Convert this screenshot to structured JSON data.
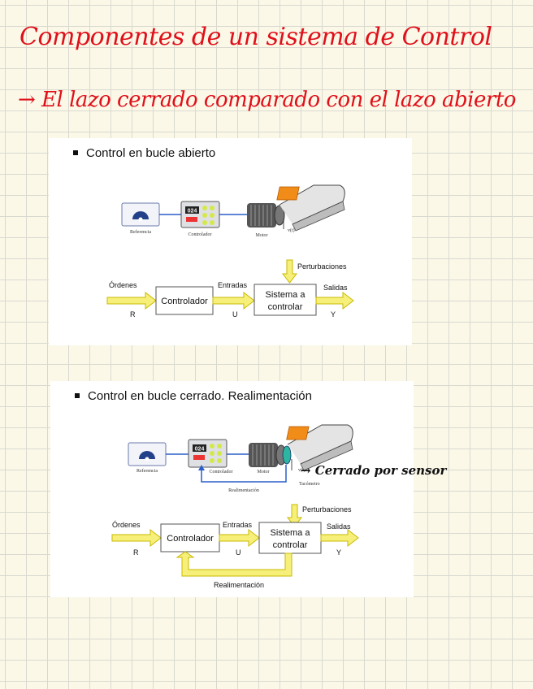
{
  "notes": {
    "title": "Componentes de un sistema de Control",
    "subtitle": "→ El lazo cerrado comparado con el lazo abierto",
    "annotation": "→ Cerrado por sensor"
  },
  "slide1": {
    "heading": "Control en bucle abierto",
    "hardware": {
      "referencia": "Referencia",
      "controlador": "Controlador",
      "motor": "Motor",
      "velocidad": "v(t)",
      "display": "024"
    },
    "diagram": {
      "ordenes": "Órdenes",
      "r": "R",
      "controlador_line1": "Controlador",
      "entradas": "Entradas",
      "u": "U",
      "sistema_line1": "Sistema a",
      "sistema_line2": "controlar",
      "perturbaciones": "Perturbaciones",
      "salidas": "Salidas",
      "y": "Y"
    }
  },
  "slide2": {
    "heading": "Control en bucle cerrado. Realimentación",
    "hardware": {
      "referencia": "Referencia",
      "controlador": "Controlador",
      "motor": "Motor",
      "velocidad": "v(t)",
      "tacometro": "Tacómetro",
      "realimentacion": "Realimentación",
      "display": "024"
    },
    "diagram": {
      "ordenes": "Órdenes",
      "r": "R",
      "controlador_line1": "Controlador",
      "entradas": "Entradas",
      "u": "U",
      "sistema_line1": "Sistema a",
      "sistema_line2": "controlar",
      "perturbaciones": "Perturbaciones",
      "salidas": "Salidas",
      "y": "Y",
      "realimentacion": "Realimentación"
    }
  },
  "colors": {
    "handwriting_red": "#e0101a",
    "arrow_yellow": "#f6f07a",
    "arrow_stroke": "#c9b800",
    "wire_blue": "#2a5ec9",
    "box_orange": "#f28c18"
  }
}
